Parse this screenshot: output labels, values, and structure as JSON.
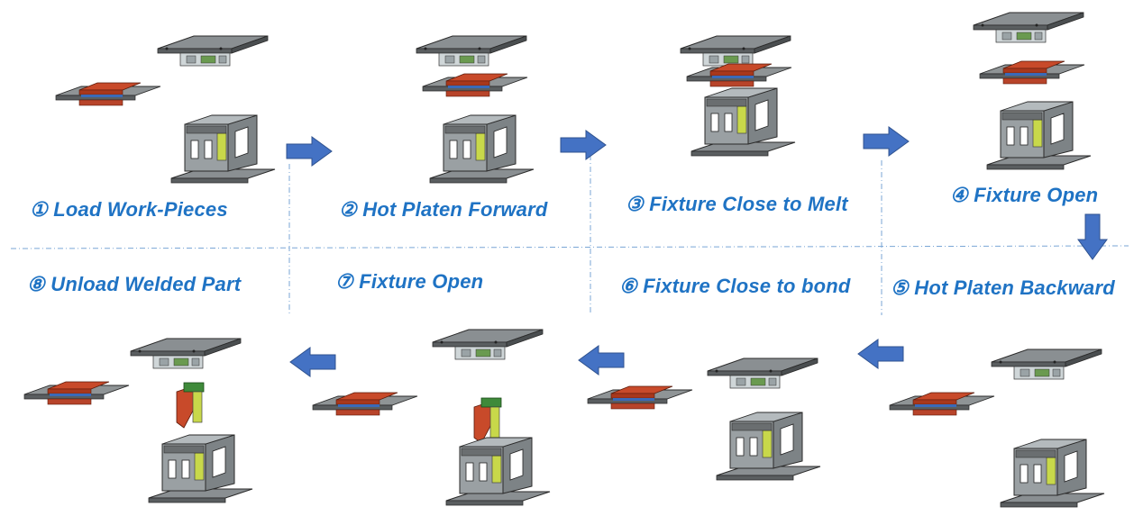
{
  "steps": [
    {
      "label": "① Load Work-Pieces"
    },
    {
      "label": "② Hot Platen Forward"
    },
    {
      "label": "③ Fixture Close to Melt"
    },
    {
      "label": "④ Fixture Open"
    },
    {
      "label": "⑤ Hot Platen Backward"
    },
    {
      "label": "⑥ Fixture Close to bond"
    },
    {
      "label": "⑦ Fixture Open"
    },
    {
      "label": "⑧ Unload Welded Part"
    }
  ],
  "colors": {
    "label": "#1f73c4",
    "arrow": "#4472c4",
    "workpiece": "#c84a2a",
    "frame": "#6b7072",
    "fixture_accent": "#c8d84a",
    "divider": "#7aa6d6"
  },
  "icons": {
    "flow_arrow": "block-arrow-icon",
    "machine": "welding-fixture-illustration"
  }
}
